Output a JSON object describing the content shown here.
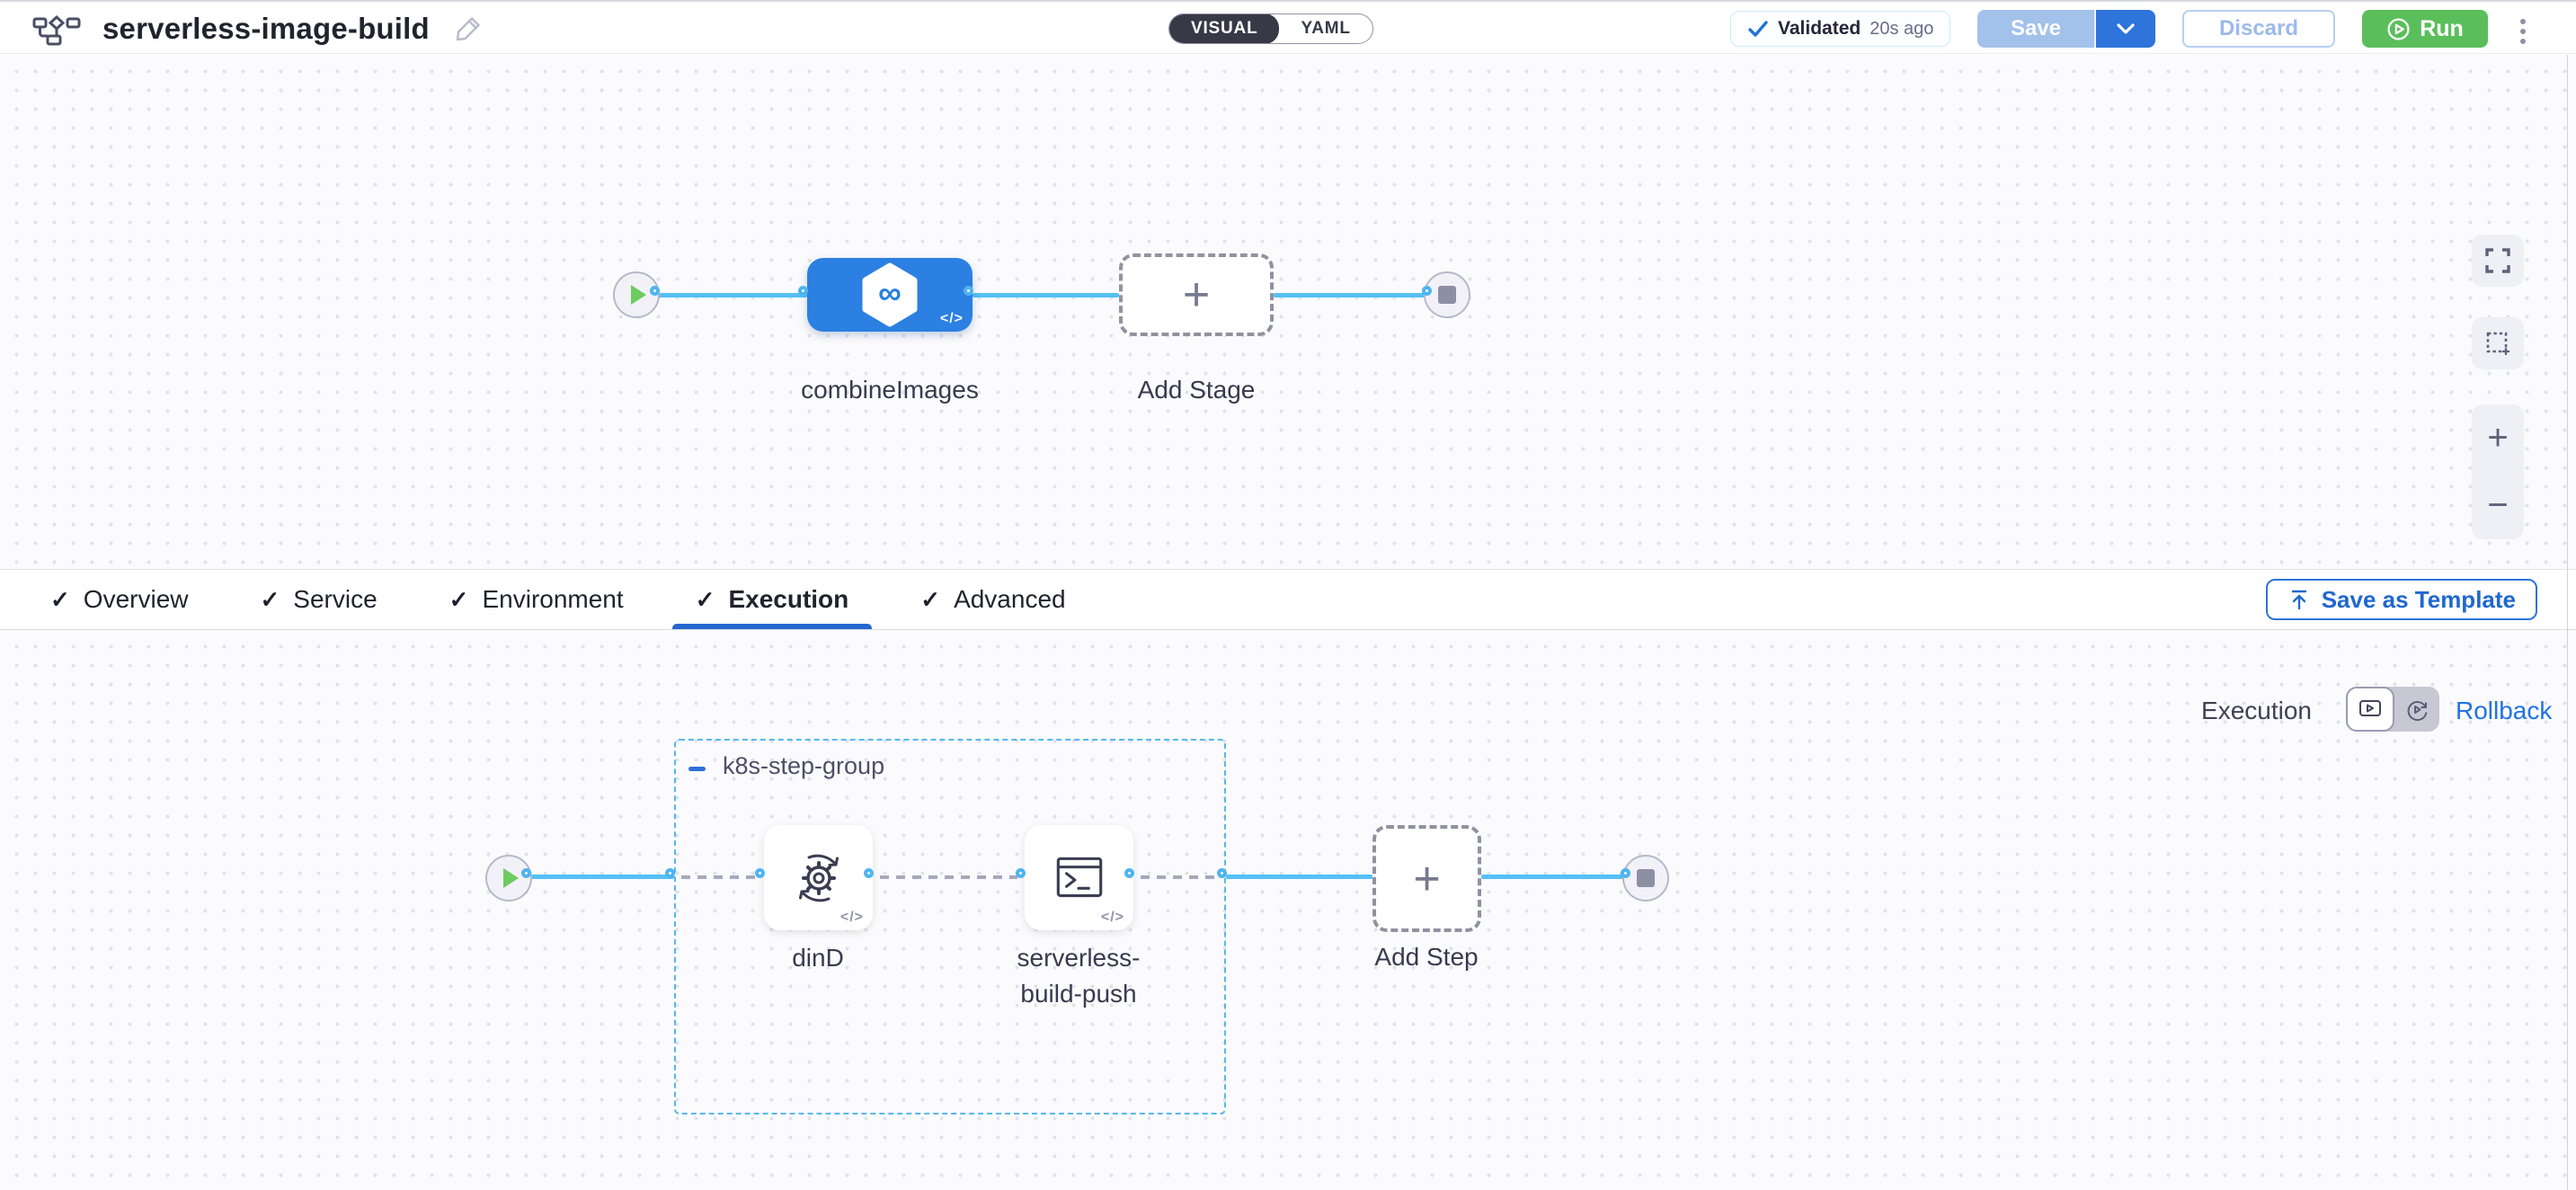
{
  "header": {
    "title": "serverless-image-build",
    "mode_visual": "VISUAL",
    "mode_yaml": "YAML",
    "validated_label": "Validated",
    "validated_time": "20s ago",
    "save": "Save",
    "discard": "Discard",
    "run": "Run"
  },
  "pipeline": {
    "stage_name": "combineImages",
    "add_stage": "Add Stage"
  },
  "tabs": {
    "items": [
      "Overview",
      "Service",
      "Environment",
      "Execution",
      "Advanced"
    ],
    "active": "Execution",
    "save_as_template": "Save as Template"
  },
  "execution": {
    "label": "Execution",
    "rollback": "Rollback",
    "step_group": "k8s-step-group",
    "step1": "dinD",
    "step2": "serverless-build-push",
    "add_step": "Add Step"
  },
  "icons": {
    "check": "✓",
    "plus": "+",
    "zoom_in": "+",
    "zoom_out": "−",
    "code_badge": "</>",
    "infinity": "∞"
  },
  "colors": {
    "accent_blue": "#2e74da",
    "line_blue": "#55c0f3",
    "stage_blue": "#2b80e2",
    "run_green": "#5abf5b",
    "tab_underline": "#2467cf",
    "group_border": "#56b7ef",
    "canvas_dot": "#e1e2e9"
  }
}
